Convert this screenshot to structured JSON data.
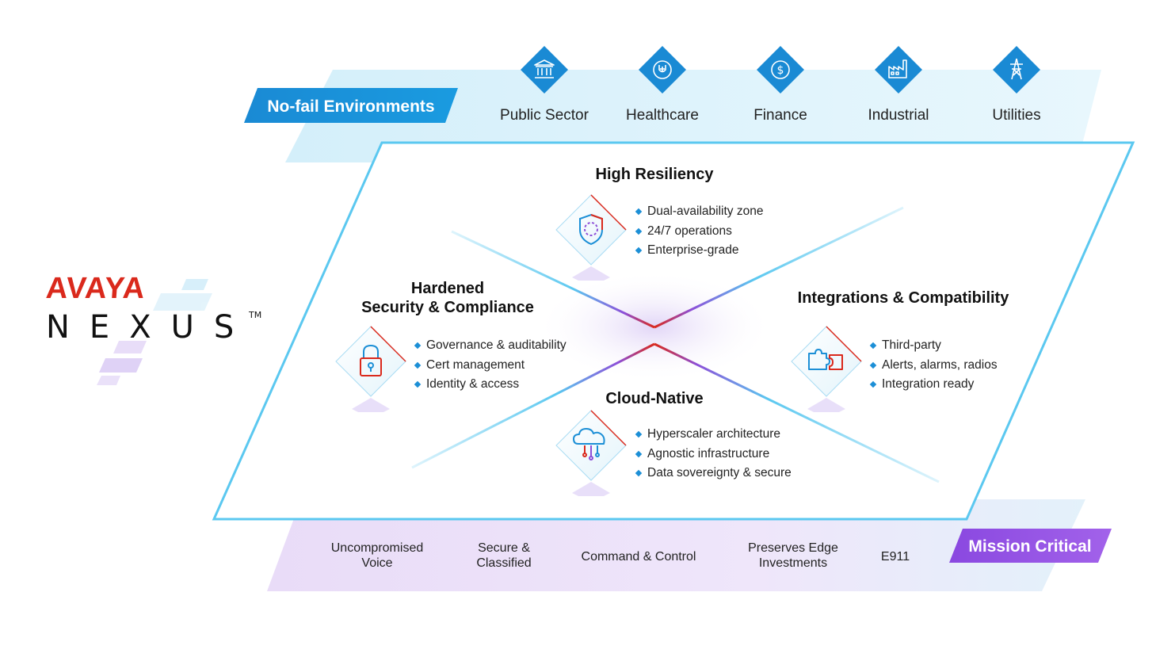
{
  "logo": {
    "brand": "AVAYA",
    "product": "NEXUS",
    "trademark": "TM"
  },
  "top_band": {
    "label": "No-fail Environments",
    "sectors": [
      {
        "label": "Public Sector",
        "icon": "bank-icon"
      },
      {
        "label": "Healthcare",
        "icon": "stethoscope-shield-icon"
      },
      {
        "label": "Finance",
        "icon": "dollar-coin-icon"
      },
      {
        "label": "Industrial",
        "icon": "factory-icon"
      },
      {
        "label": "Utilities",
        "icon": "power-tower-icon"
      }
    ]
  },
  "pillars": {
    "resiliency": {
      "title": "High Resiliency",
      "icon": "shield-network-icon",
      "bullets": [
        "Dual-availability zone",
        "24/7 operations",
        "Enterprise-grade"
      ]
    },
    "security": {
      "title_line1": "Hardened",
      "title_line2": "Security & Compliance",
      "icon": "padlock-icon",
      "bullets": [
        "Governance & auditability",
        "Cert management",
        "Identity & access"
      ]
    },
    "integrations": {
      "title": "Integrations & Compatibility",
      "icon": "puzzle-icon",
      "bullets": [
        "Third-party",
        "Alerts, alarms, radios",
        "Integration ready"
      ]
    },
    "cloud": {
      "title": "Cloud-Native",
      "icon": "cloud-circuit-icon",
      "bullets": [
        "Hyperscaler architecture",
        "Agnostic infrastructure",
        "Data sovereignty & secure"
      ]
    }
  },
  "bottom_band": {
    "label": "Mission Critical",
    "items": [
      {
        "line1": "Uncompromised",
        "line2": "Voice"
      },
      {
        "line1": "Secure &",
        "line2": "Classified"
      },
      {
        "line1": "Command & Control",
        "line2": ""
      },
      {
        "line1": "Preserves Edge",
        "line2": "Investments"
      },
      {
        "line1": "E911",
        "line2": ""
      }
    ]
  },
  "colors": {
    "blue": "#1c8fd6",
    "light_blue": "#5bc8f0",
    "red": "#da291c",
    "purple": "#8c4fd8",
    "band_blue": "#dcf2fb",
    "band_purple": "#ebe0f8"
  }
}
